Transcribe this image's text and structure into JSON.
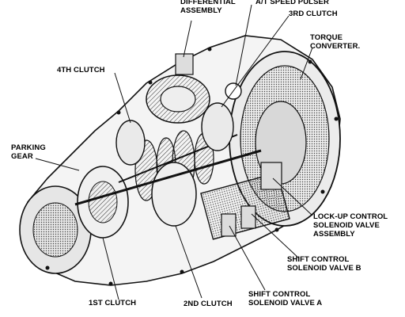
{
  "labels": {
    "differential_line1": "DIFFERENTIAL",
    "differential_line2": "ASSEMBLY",
    "at_speed_pulser": "A/T SPEED PULSER",
    "third_clutch": "3RD CLUTCH",
    "torque_line1": "TORQUE",
    "torque_line2": "CONVERTER.",
    "fourth_clutch": "4TH CLUTCH",
    "parking_line1": "PARKING",
    "parking_line2": "GEAR",
    "lockup_line1": "LOCK-UP CONTROL",
    "lockup_line2": "SOLENOID VALVE",
    "lockup_line3": "ASSEMBLY",
    "shift_b_line1": "SHIFT CONTROL",
    "shift_b_line2": "SOLENOID VALVE B",
    "shift_a_line1": "SHIFT CONTROL",
    "shift_a_line2": "SOLENOID VALVE A",
    "first_clutch": "1ST CLUTCH",
    "second_clutch": "2ND CLUTCH"
  },
  "colors": {
    "ink": "#111111",
    "paper": "#ffffff",
    "shade": "#9a9a9a"
  }
}
